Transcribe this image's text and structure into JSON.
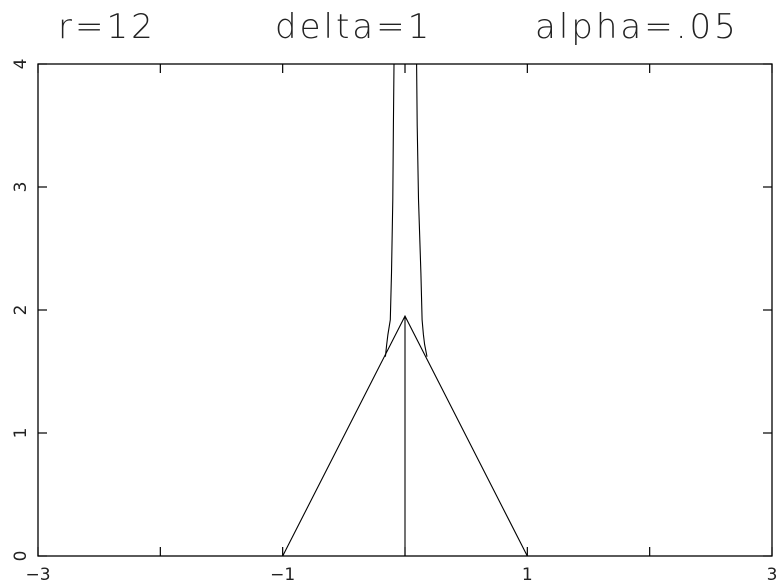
{
  "header": {
    "r_label": "r=12",
    "delta_label": "delta=1",
    "alpha_label": "alpha=.05"
  },
  "chart_data": {
    "type": "line",
    "title": "r=12 delta=1 alpha=.05",
    "xlabel": "",
    "ylabel": "",
    "xlim": [
      -3,
      3
    ],
    "ylim": [
      0,
      4
    ],
    "grid": false,
    "xticks": [
      -3,
      -2,
      -1,
      0,
      1,
      2,
      3
    ],
    "yticks": [
      0,
      1,
      2,
      3,
      4
    ],
    "xtick_labels": [
      "-3",
      "-1",
      "1",
      "3"
    ],
    "xtick_label_positions": [
      -3,
      -1,
      1,
      3
    ],
    "ytick_labels": [
      "0",
      "1",
      "2",
      "3",
      "4"
    ],
    "series": [
      {
        "x": [
          -1,
          0,
          1
        ],
        "y": [
          0,
          1.95,
          0
        ]
      },
      {
        "x": [
          0,
          0
        ],
        "y": [
          0,
          1.95
        ]
      },
      {
        "x": [
          -0.16,
          -0.15,
          -0.14,
          -0.12,
          -0.11,
          -0.1,
          -0.095,
          -0.09
        ],
        "y": [
          1.62,
          1.72,
          1.8,
          1.92,
          2.3,
          2.9,
          3.5,
          4.0
        ]
      },
      {
        "x": [
          0.18,
          0.16,
          0.15,
          0.14,
          0.13,
          0.11,
          0.1,
          0.095
        ],
        "y": [
          1.62,
          1.72,
          1.8,
          1.92,
          2.3,
          2.9,
          3.5,
          4.0
        ]
      }
    ],
    "series_colors": [
      "#000000",
      "#000000",
      "#000000",
      "#000000"
    ]
  }
}
